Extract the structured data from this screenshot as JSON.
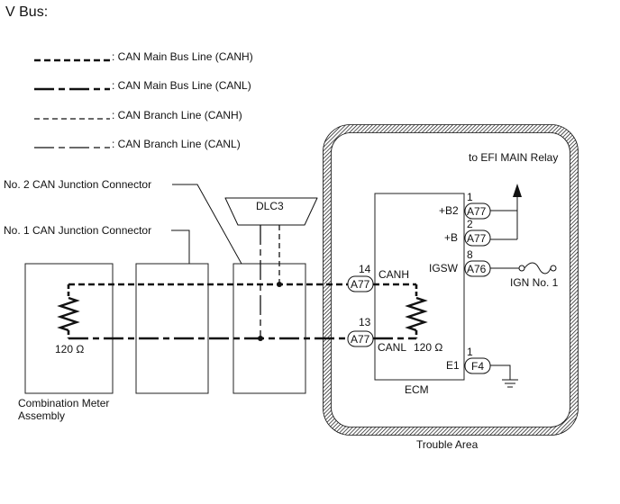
{
  "title": "V Bus:",
  "legend": [
    {
      "label": ": CAN Main Bus Line (CANH)"
    },
    {
      "label": ": CAN Main Bus Line (CANL)"
    },
    {
      "label": ": CAN Branch Line (CANH)"
    },
    {
      "label": ": CAN Branch Line (CANL)"
    }
  ],
  "labels": {
    "jc2": "No. 2 CAN Junction Connector",
    "jc1": "No. 1 CAN Junction Connector",
    "dlc3": "DLC3",
    "efi": "to EFI MAIN Relay",
    "ign": "IGN No. 1",
    "ecm": "ECM",
    "trouble": "Trouble Area",
    "meter_line1": "Combination Meter",
    "meter_line2": "Assembly",
    "res_left": "120 Ω",
    "res_right": "120 Ω",
    "canh": "CANH",
    "canl": "CANL"
  },
  "pins": {
    "b2": {
      "name": "+B2",
      "num": "1",
      "conn": "A77"
    },
    "b": {
      "name": "+B",
      "num": "2",
      "conn": "A77"
    },
    "igsw": {
      "name": "IGSW",
      "num": "8",
      "conn": "A76"
    },
    "e1": {
      "name": "E1",
      "num": "1",
      "conn": "F4"
    },
    "canh_pin": {
      "num": "14",
      "conn": "A77"
    },
    "canl_pin": {
      "num": "13",
      "conn": "A77"
    }
  }
}
